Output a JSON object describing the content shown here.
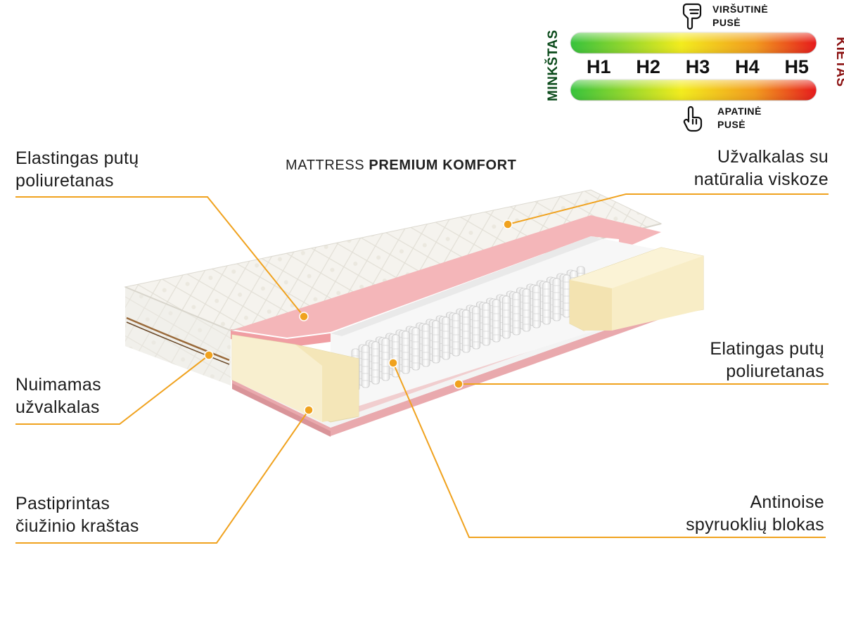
{
  "title": {
    "prefix": "MATTRESS",
    "name": "PREMIUM KOMFORT"
  },
  "firmness": {
    "soft_label": "MINKŠTAS",
    "hard_label": "KIETAS",
    "levels": [
      "H1",
      "H2",
      "H3",
      "H4",
      "H5"
    ],
    "top_side": [
      "VIRŠUTINĖ",
      "PUSĖ"
    ],
    "bottom_side": [
      "APATINĖ",
      "PUSĖ"
    ],
    "colors": {
      "soft": "#0a4a1a",
      "hard": "#8b1111",
      "gradient": [
        "#3cc43c",
        "#f2ea1a",
        "#f08c1a",
        "#e81a1a"
      ]
    }
  },
  "callouts": {
    "foam_top": [
      "Elastingas putų",
      "poliuretanas"
    ],
    "cover_top": [
      "Užvalkalas su",
      "natūralia viskoze"
    ],
    "removable_cover": [
      "Nuimamas",
      "užvalkalas"
    ],
    "foam_bottom": [
      "Elatingas putų",
      "poliuretanas"
    ],
    "edge": [
      "Pastiprintas",
      "čiužinio kraštas"
    ],
    "springs": [
      "Antinoise",
      "spyruoklių blokas"
    ]
  },
  "colors": {
    "leader": "#f0a21e",
    "foam_pink": "#f4b6b9",
    "edge_foam": "#f6ebc4"
  }
}
